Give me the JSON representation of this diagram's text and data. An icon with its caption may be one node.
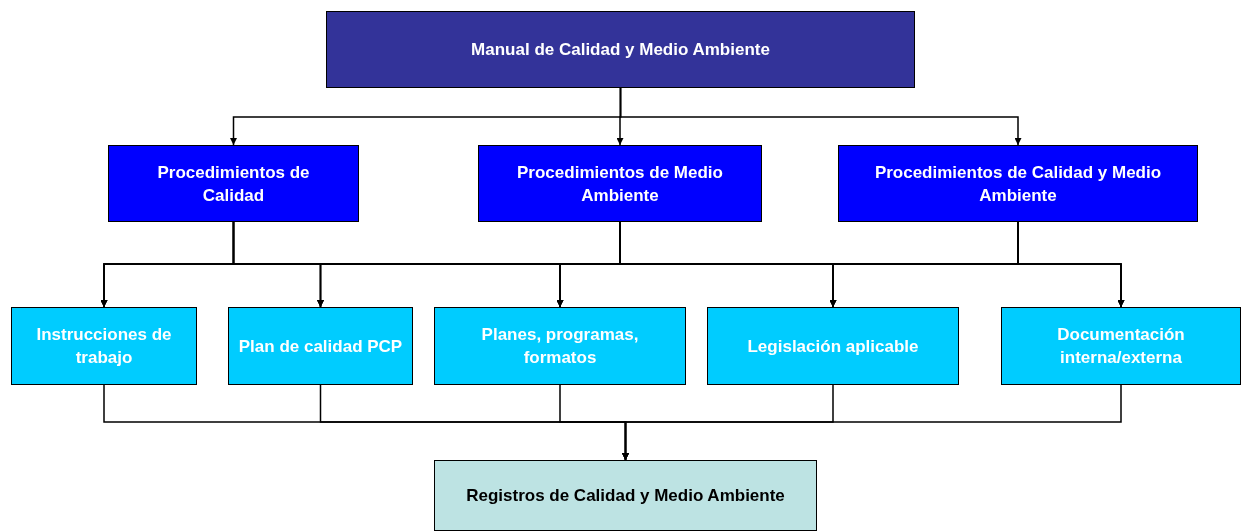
{
  "diagram": {
    "nodes": [
      {
        "text": [
          "Manual de Calidad y Medio Ambiente"
        ]
      },
      {
        "text": [
          "Procedimientos de Calidad"
        ]
      },
      {
        "text": [
          "Procedimientos de Medio Ambiente"
        ]
      },
      {
        "text": [
          "Procedimientos de Calidad y Medio Ambiente"
        ]
      },
      {
        "text": [
          "Instrucciones de trabajo"
        ]
      },
      {
        "text": [
          "Plan de calidad PCP"
        ]
      },
      {
        "text": [
          "Planes, programas, formatos"
        ]
      },
      {
        "text": [
          "Legislación aplicable"
        ]
      },
      {
        "text": [
          "Documentación interna/externa"
        ]
      },
      {
        "text": [
          "Registros de Calidad y Medio Ambiente"
        ]
      }
    ],
    "edges": [
      {
        "from": 0,
        "to": 1,
        "arrow": "to"
      },
      {
        "from": 0,
        "to": 2,
        "arrow": "to"
      },
      {
        "from": 0,
        "to": 3,
        "arrow": "to"
      },
      {
        "from": 1,
        "to": 4,
        "arrow": "to"
      },
      {
        "from": 1,
        "to": 5,
        "arrow": "to"
      },
      {
        "from": 1,
        "to": 6,
        "arrow": "to"
      },
      {
        "from": 1,
        "to": 7,
        "arrow": "to"
      },
      {
        "from": 1,
        "to": 8,
        "arrow": "to"
      },
      {
        "from": 2,
        "to": 4,
        "arrow": "to"
      },
      {
        "from": 2,
        "to": 5,
        "arrow": "to"
      },
      {
        "from": 2,
        "to": 6,
        "arrow": "to"
      },
      {
        "from": 2,
        "to": 7,
        "arrow": "to"
      },
      {
        "from": 2,
        "to": 8,
        "arrow": "to"
      },
      {
        "from": 3,
        "to": 4,
        "arrow": "to"
      },
      {
        "from": 3,
        "to": 5,
        "arrow": "to"
      },
      {
        "from": 3,
        "to": 6,
        "arrow": "to"
      },
      {
        "from": 3,
        "to": 7,
        "arrow": "to"
      },
      {
        "from": 3,
        "to": 8,
        "arrow": "to"
      },
      {
        "from": 4,
        "to": 9,
        "arrow": "to"
      },
      {
        "from": 5,
        "to": 9,
        "arrow": "to"
      },
      {
        "from": 6,
        "to": 9,
        "arrow": "to"
      },
      {
        "from": 7,
        "to": 9,
        "arrow": "to"
      },
      {
        "from": 8,
        "to": 9,
        "arrow": "to"
      }
    ]
  }
}
